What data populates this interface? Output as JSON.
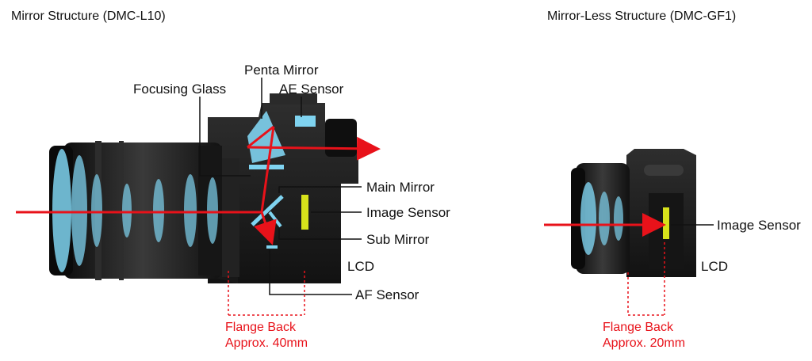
{
  "left": {
    "title": "Mirror Structure (DMC-L10)",
    "labels": {
      "penta_mirror": "Penta Mirror",
      "ae_sensor": "AE Sensor",
      "focusing_glass": "Focusing Glass",
      "main_mirror": "Main Mirror",
      "image_sensor": "Image Sensor",
      "sub_mirror": "Sub Mirror",
      "lcd": "LCD",
      "af_sensor": "AF Sensor"
    },
    "flange_back": {
      "line1": "Flange Back",
      "line2": "Approx. 40mm"
    }
  },
  "right": {
    "title": "Mirror-Less Structure (DMC-GF1)",
    "labels": {
      "image_sensor": "Image Sensor",
      "lcd": "LCD"
    },
    "flange_back": {
      "line1": "Flange Back",
      "line2": "Approx. 20mm"
    }
  },
  "colors": {
    "light_ray": "#e8121a",
    "optics": "#7fd3f0",
    "sensor": "#d7e21b",
    "camera_body": "#1b1b1b"
  }
}
